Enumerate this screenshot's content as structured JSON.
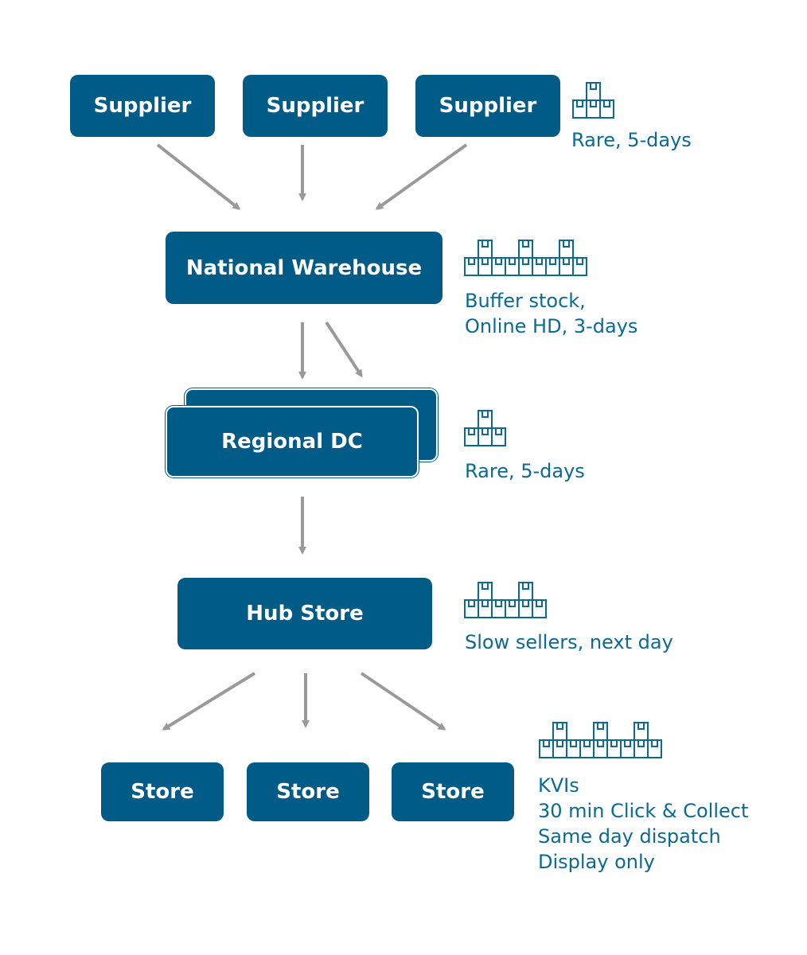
{
  "nodes": {
    "supplier_1": "Supplier",
    "supplier_2": "Supplier",
    "supplier_3": "Supplier",
    "national_warehouse": "National Warehouse",
    "regional_dc": "Regional DC",
    "hub_store": "Hub Store",
    "store_1": "Store",
    "store_2": "Store",
    "store_3": "Store"
  },
  "notes": {
    "supplier": [
      "Rare, 5-days"
    ],
    "national_warehouse": [
      "Buffer stock,",
      "Online HD, 3-days"
    ],
    "regional_dc": [
      "Rare, 5-days"
    ],
    "hub_store": [
      "Slow sellers, next day"
    ],
    "store": [
      "KVIs",
      "30 min Click & Collect",
      "Same day dispatch",
      "Display only"
    ]
  },
  "stock_icons": {
    "supplier": {
      "icon": "box-stack-icon",
      "stacks": 1
    },
    "national_warehouse": {
      "icon": "box-stack-icon",
      "stacks": 3
    },
    "regional_dc": {
      "icon": "box-stack-icon",
      "stacks": 1
    },
    "hub_store": {
      "icon": "box-stack-icon",
      "stacks": 2
    },
    "store": {
      "icon": "box-stack-icon",
      "stacks": 3
    }
  },
  "colors": {
    "node_fill": "#005b87",
    "node_text": "#ffffff",
    "arrow": "#9a9a9a",
    "note_text": "#0a6a94",
    "icon_stroke": "#0a6a94"
  }
}
